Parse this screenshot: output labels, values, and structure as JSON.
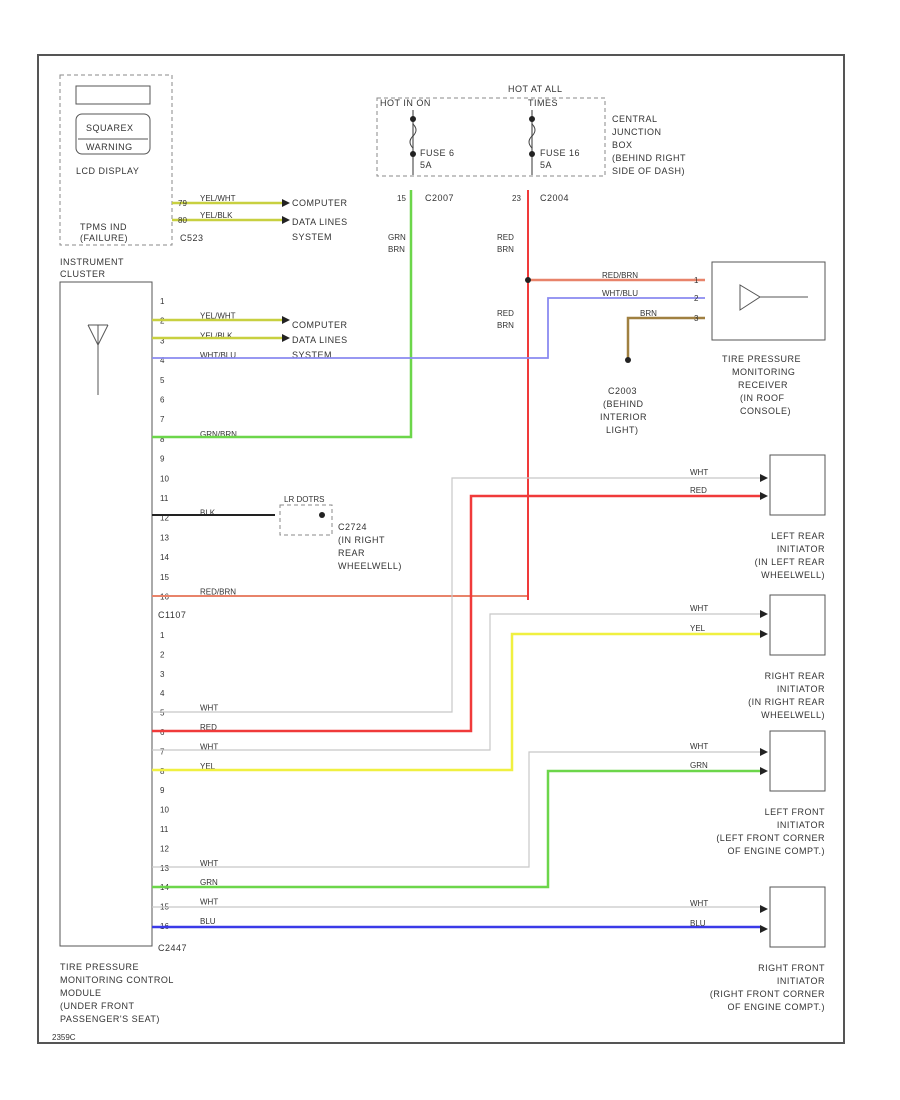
{
  "diagram_code": "2359C",
  "top_left": {
    "lcd_top_label": "SQUAREX",
    "lcd_mid_label": "WARNING",
    "lcd_display": "LCD DISPLAY",
    "tpms_ind_1": "TPMS IND",
    "tpms_ind_2": "(FAILURE)",
    "connector": "C523",
    "wire1": "YEL/WHT",
    "wire2": "YEL/BLK",
    "pin1": "79",
    "pin2": "80",
    "computer_data_1": "COMPUTER",
    "computer_data_2": "DATA LINES",
    "computer_data_3": "SYSTEM"
  },
  "instrument_cluster": {
    "line1": "INSTRUMENT",
    "line2": "CLUSTER"
  },
  "power": {
    "hot_in_on": "HOT IN ON",
    "hot_at_all_1": "HOT AT ALL",
    "hot_at_all_2": "TIMES",
    "fuse_a_1": "FUSE 6",
    "fuse_a_2": "5A",
    "fuse_b_1": "FUSE 16",
    "fuse_b_2": "5A",
    "cjb_1": "CENTRAL",
    "cjb_2": "JUNCTION",
    "cjb_3": "BOX",
    "cjb_4": "(BEHIND RIGHT",
    "cjb_5": "SIDE OF DASH)",
    "pin_left": "15",
    "conn_left": "C2007",
    "pin_right": "23",
    "conn_right": "C2004",
    "wire_left_1": "GRN",
    "wire_left_2": "BRN",
    "wire_right_1": "RED",
    "wire_right_2": "BRN",
    "wire_right_3": "RED",
    "wire_right_4": "BRN"
  },
  "module_pins_top": [
    {
      "pin": "1",
      "wire": ""
    },
    {
      "pin": "2",
      "wire": "YEL/WHT"
    },
    {
      "pin": "3",
      "wire": "YEL/BLK"
    },
    {
      "pin": "4",
      "wire": "WHT/BLU"
    },
    {
      "pin": "5",
      "wire": ""
    },
    {
      "pin": "6",
      "wire": ""
    },
    {
      "pin": "7",
      "wire": ""
    },
    {
      "pin": "8",
      "wire": "GRN/BRN"
    },
    {
      "pin": "9",
      "wire": ""
    },
    {
      "pin": "10",
      "wire": ""
    },
    {
      "pin": "11",
      "wire": ""
    },
    {
      "pin": "12",
      "wire": "BLK"
    },
    {
      "pin": "13",
      "wire": ""
    },
    {
      "pin": "14",
      "wire": ""
    },
    {
      "pin": "15",
      "wire": ""
    },
    {
      "pin": "16",
      "wire": "RED/BRN"
    }
  ],
  "module_conn_mid": "C1107",
  "module_pins_bottom": [
    {
      "pin": "1",
      "wire": ""
    },
    {
      "pin": "2",
      "wire": ""
    },
    {
      "pin": "3",
      "wire": ""
    },
    {
      "pin": "4",
      "wire": ""
    },
    {
      "pin": "5",
      "wire": "WHT"
    },
    {
      "pin": "6",
      "wire": "RED"
    },
    {
      "pin": "7",
      "wire": "WHT"
    },
    {
      "pin": "8",
      "wire": "YEL"
    },
    {
      "pin": "9",
      "wire": ""
    },
    {
      "pin": "10",
      "wire": ""
    },
    {
      "pin": "11",
      "wire": ""
    },
    {
      "pin": "12",
      "wire": ""
    },
    {
      "pin": "13",
      "wire": "WHT"
    },
    {
      "pin": "14",
      "wire": "GRN"
    },
    {
      "pin": "15",
      "wire": "WHT"
    },
    {
      "pin": "16",
      "wire": "BLU"
    }
  ],
  "module_conn_bottom": "C2447",
  "computer_data_mid": {
    "l1": "COMPUTER",
    "l2": "DATA LINES",
    "l3": "SYSTEM"
  },
  "ground": {
    "label": "LR DOTRS",
    "name_1": "C2724",
    "name_2": "(IN RIGHT",
    "name_3": "REAR",
    "name_4": "WHEELWELL)"
  },
  "receiver": {
    "wire1": "RED/BRN",
    "wire2": "WHT/BLU",
    "wire3": "BRN",
    "pin1": "1",
    "pin2": "2",
    "pin3": "3",
    "name_1": "TIRE PRESSURE",
    "name_2": "MONITORING",
    "name_3": "RECEIVER",
    "name_4": "(IN ROOF",
    "name_5": "CONSOLE)",
    "gnd_1": "C2003",
    "gnd_2": "(BEHIND",
    "gnd_3": "INTERIOR",
    "gnd_4": "LIGHT)"
  },
  "initiators": [
    {
      "w1": "WHT",
      "w2": "RED",
      "name": [
        "LEFT REAR",
        "INITIATOR",
        "(IN LEFT REAR",
        "WHEELWELL)"
      ]
    },
    {
      "w1": "WHT",
      "w2": "YEL",
      "name": [
        "RIGHT REAR",
        "INITIATOR",
        "(IN RIGHT REAR",
        "WHEELWELL)"
      ]
    },
    {
      "w1": "WHT",
      "w2": "GRN",
      "name": [
        "LEFT FRONT",
        "INITIATOR",
        "(LEFT FRONT CORNER",
        "OF ENGINE COMPT.)"
      ]
    },
    {
      "w1": "WHT",
      "w2": "BLU",
      "name": [
        "RIGHT FRONT",
        "INITIATOR",
        "(RIGHT FRONT CORNER",
        "OF ENGINE COMPT.)"
      ]
    }
  ],
  "tpms_module": {
    "l1": "TIRE PRESSURE",
    "l2": "MONITORING CONTROL",
    "l3": "MODULE",
    "l4": "(UNDER FRONT",
    "l5": "PASSENGER'S SEAT)"
  },
  "colors": {
    "grn": "#6cd64a",
    "red": "#f03a3a",
    "redbrn": "#e8836a",
    "yel": "#f0f040",
    "blu": "#3a3ae8",
    "wht": "#c8c8c8",
    "whtblu": "#8a8af0",
    "yelwht": "#c8d040",
    "brn": "#a08040",
    "blk": "#222222"
  }
}
